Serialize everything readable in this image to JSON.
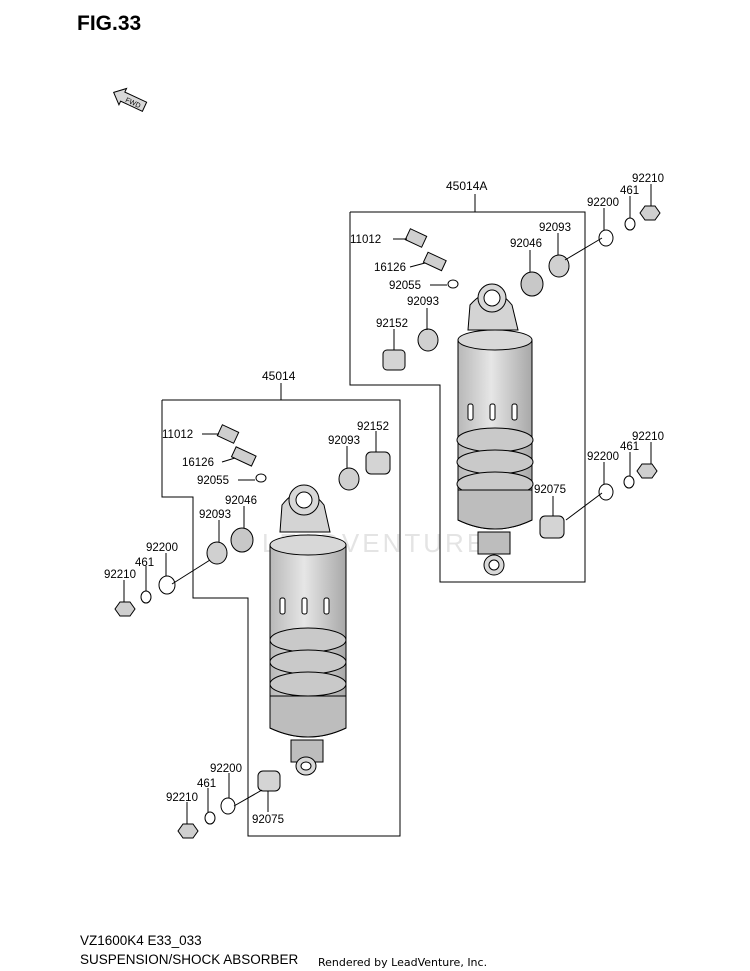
{
  "figure": {
    "title": "FIG.33",
    "fwd_label": "FWD",
    "model_code": "VZ1600K4 E33_033",
    "caption": "SUSPENSION/SHOCK ABSORBER",
    "credit": "Rendered by LeadVenture, Inc.",
    "watermark": "LEADVENTURE"
  },
  "assembly_right": {
    "part_no": "45014A",
    "labels": {
      "p11012": "11012",
      "p16126": "16126",
      "p92055": "92055",
      "p92093_lower": "92093",
      "p92152": "92152",
      "p92046": "92046",
      "p92093_upper": "92093",
      "p92200_top": "92200",
      "p461_top": "461",
      "p92210_top": "92210",
      "p92200_bot": "92200",
      "p461_bot": "461",
      "p92210_bot": "92210",
      "p92075": "92075"
    }
  },
  "assembly_left": {
    "part_no": "45014",
    "labels": {
      "p11012": "11012",
      "p16126": "16126",
      "p92055": "92055",
      "p92046": "92046",
      "p92093_left": "92093",
      "p92093_right": "92093",
      "p92152": "92152",
      "p92200_top": "92200",
      "p461_top": "461",
      "p92210_top": "92210",
      "p92200_bot": "92200",
      "p461_bot": "461",
      "p92210_bot": "92210",
      "p92075": "92075"
    }
  },
  "colors": {
    "part_fill": "#d2d2d2",
    "part_shade": "#b8b8b8",
    "outline": "#000000",
    "watermark": "#e4e4e4"
  }
}
